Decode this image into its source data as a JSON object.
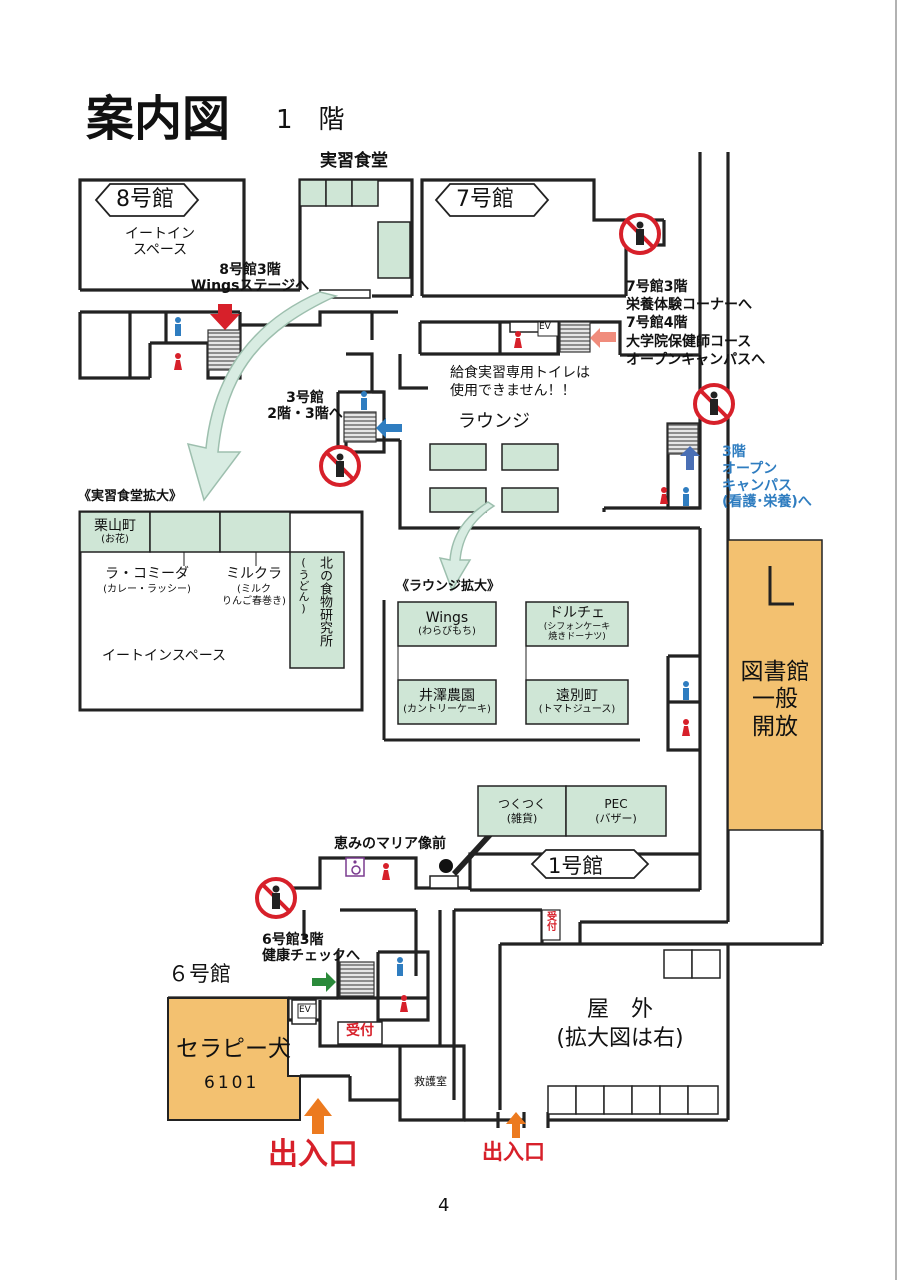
{
  "header": {
    "title": "案内図",
    "floor": "1　階"
  },
  "buildings": {
    "b8": "8号館",
    "b7": "7号館",
    "b1": "1号館",
    "b6": "６号館",
    "shokudo": "実習食堂",
    "eatin_top": "イートイン\nスペース"
  },
  "notes": {
    "wings": "8号館3階\nWingsステージへ",
    "b7": "7号館3階\n栄養体験コーナーへ\n7号館4階\n大学院保健師コース\nオープンキャンパスへ",
    "toilet": "給食実習専用トイレは\n使用できません！！",
    "b3": "3号館\n2階・3階へ",
    "oc3": "3階\nオープン\nキャンパス\n(看護･栄養)へ",
    "b6": "6号館3階\n健康チェックへ",
    "maria": "恵みのマリア像前"
  },
  "areas": {
    "lounge": "ラウンジ",
    "library": "図書館\n一般\n開放",
    "outdoor": "屋　外\n(拡大図は右)",
    "rescue": "救護室",
    "ev": "EV"
  },
  "shokudo_zoom": {
    "title": "《実習食堂拡大》",
    "kuriyama": "栗山町",
    "kuriyama_sub": "(お花)",
    "lacomida": "ラ・コミーダ",
    "lacomida_sub": "(カレー・ラッシー)",
    "milkcla": "ミルクラ",
    "milkcla_sub": "(ミルク\nりんご春巻き)",
    "kita": "北の食物研究所",
    "kita_sub": "(うどん)",
    "eatin": "イートインスペース"
  },
  "lounge_zoom": {
    "title": "《ラウンジ拡大》",
    "wings": "Wings",
    "wings_sub": "(わらびもち)",
    "dolce": "ドルチェ",
    "dolce_sub": "(シフォンケーキ\n焼きドーナツ)",
    "isawa": "井澤農園",
    "isawa_sub": "(カントリーケーキ)",
    "embetsu": "遠別町",
    "embetsu_sub": "(トマトジュース)"
  },
  "shops": {
    "tsuku": "つくつく",
    "tsuku_sub": "(雑貨)",
    "pec": "PEC",
    "pec_sub": "(バザー)"
  },
  "therapy": {
    "name": "セラピー犬",
    "room": "6101"
  },
  "reception": {
    "main": "受付",
    "side": "受付"
  },
  "entrances": {
    "main": "出入口",
    "side": "出入口"
  },
  "page_number": "4",
  "colors": {
    "green_room": "#cfe6d6",
    "orange_room": "#f3c170",
    "red": "#d7202a",
    "blue": "#2f7dc0",
    "pink": "#f08c7c",
    "arrow_orange": "#ec7a1f",
    "arrow_green": "#2a8a3a",
    "arrow_red": "#d7202a",
    "stairs": "#9a9a9a",
    "no_entry": "#d7202a"
  }
}
